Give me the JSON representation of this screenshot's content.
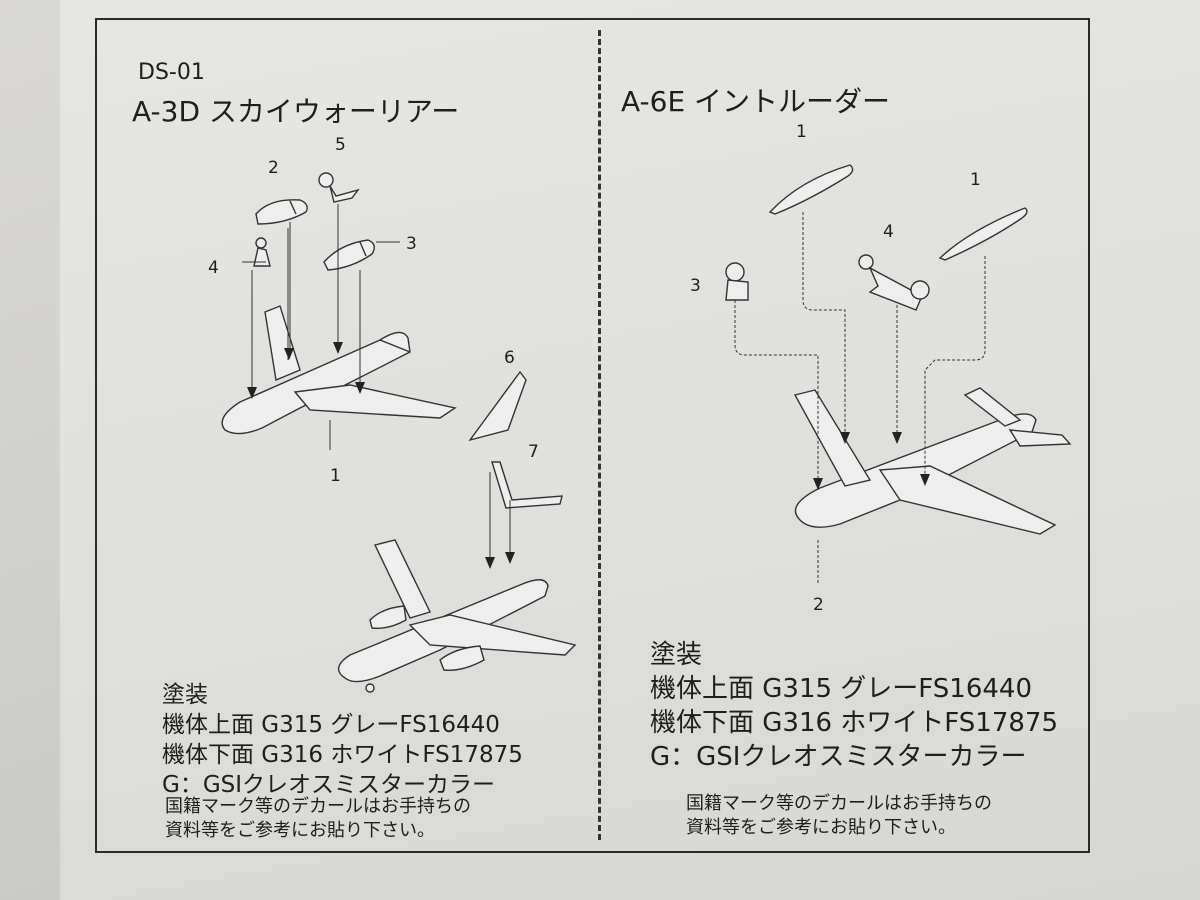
{
  "left": {
    "code": "DS-01",
    "title": "A-3D スカイウォーリアー",
    "part_labels": [
      "1",
      "2",
      "3",
      "4",
      "5",
      "6",
      "7"
    ],
    "paint": {
      "heading": "塗装",
      "upper": "機体上面 G315 グレーFS16440",
      "lower": "機体下面 G316 ホワイトFS17875",
      "legend": "G：GSIクレオスミスターカラー"
    },
    "note": {
      "line1": "国籍マーク等のデカールはお手持ちの",
      "line2": "資料等をご参考にお貼り下さい。"
    }
  },
  "right": {
    "title": "A-6E イントルーダー",
    "part_labels": [
      "1",
      "1",
      "2",
      "3",
      "4"
    ],
    "paint": {
      "heading": "塗装",
      "upper": "機体上面 G315 グレーFS16440",
      "lower": "機体下面 G316 ホワイトFS17875",
      "legend": "G：GSIクレオスミスターカラー"
    },
    "note": {
      "line1": "国籍マーク等のデカールはお手持ちの",
      "line2": "資料等をご参考にお貼り下さい。"
    }
  }
}
